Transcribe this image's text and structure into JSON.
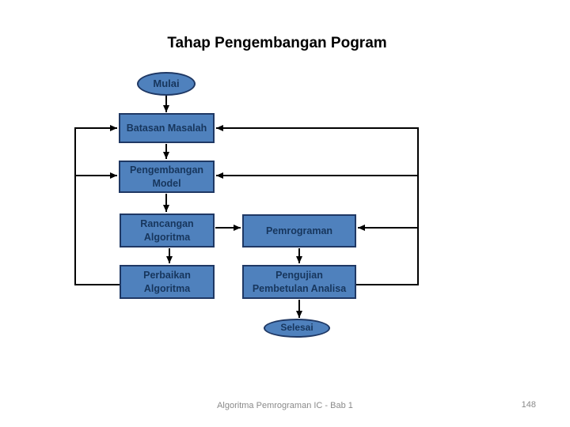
{
  "slide": {
    "title": "Tahap Pengembangan Pogram",
    "footer_text": "Algoritma Pemrograman IC - Bab 1",
    "page_number": "148"
  },
  "colors": {
    "background": "#FFFFFF",
    "node_fill": "#4F81BD",
    "node_border": "#1F3864",
    "node_text": "#17365D",
    "connector": "#000000",
    "title_text": "#000000",
    "footer_text": "#8A8A8A"
  },
  "flowchart": {
    "nodes": [
      {
        "id": "start",
        "shape": "ellipse",
        "label": "Mulai"
      },
      {
        "id": "batasan-masalah",
        "shape": "rect",
        "label": "Batasan Masalah"
      },
      {
        "id": "pengembangan-model",
        "shape": "rect",
        "label": "Pengembangan\nModel"
      },
      {
        "id": "rancangan-algoritma",
        "shape": "rect",
        "label": "Rancangan\nAlgoritma"
      },
      {
        "id": "pemrograman",
        "shape": "rect",
        "label": "Pemrograman"
      },
      {
        "id": "perbaikan-algoritma",
        "shape": "rect",
        "label": "Perbaikan\nAlgoritma"
      },
      {
        "id": "pengujian-pembetulan-analisa",
        "shape": "rect",
        "label": "Pengujian\nPembetulan Analisa"
      },
      {
        "id": "end",
        "shape": "ellipse",
        "label": "Selesai"
      }
    ],
    "edges": [
      {
        "from": "Mulai",
        "to": "Batasan Masalah",
        "kind": "forward"
      },
      {
        "from": "Batasan Masalah",
        "to": "Pengembangan Model",
        "kind": "forward"
      },
      {
        "from": "Pengembangan Model",
        "to": "Rancangan Algoritma",
        "kind": "forward"
      },
      {
        "from": "Rancangan Algoritma",
        "to": "Pemrograman",
        "kind": "forward"
      },
      {
        "from": "Rancangan Algoritma",
        "to": "Perbaikan Algoritma",
        "kind": "forward"
      },
      {
        "from": "Pemrograman",
        "to": "Pengujian Pembetulan Analisa",
        "kind": "forward"
      },
      {
        "from": "Pengujian Pembetulan Analisa",
        "to": "Selesai",
        "kind": "forward"
      },
      {
        "from": "Perbaikan Algoritma",
        "to": "Batasan Masalah",
        "kind": "feedback-left"
      },
      {
        "from": "Perbaikan Algoritma",
        "to": "Pengembangan Model",
        "kind": "feedback-left"
      },
      {
        "from": "Pengujian Pembetulan Analisa",
        "to": "Batasan Masalah",
        "kind": "feedback-right"
      },
      {
        "from": "Pengujian Pembetulan Analisa",
        "to": "Pengembangan Model",
        "kind": "feedback-right"
      },
      {
        "from": "Pengujian Pembetulan Analisa",
        "to": "Pemrograman",
        "kind": "feedback-right"
      }
    ]
  }
}
